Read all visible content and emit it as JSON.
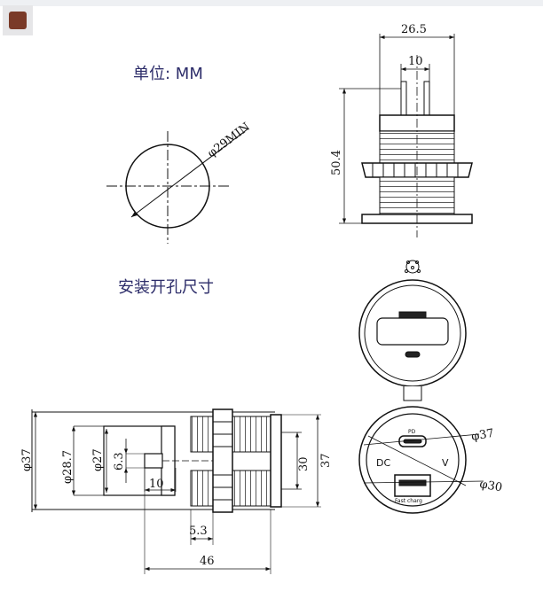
{
  "labels": {
    "unit": "单位: MM",
    "install_hole": "安装开孔尺寸"
  },
  "dimensions": {
    "hole_dia": "φ29MIN",
    "width_top": "26.5",
    "pin_spacing": "10",
    "height": "50.4",
    "dia_37": "φ37",
    "dia_28_7": "φ28.7",
    "dia_27": "φ27",
    "dim_6_3": "6.3",
    "dim_10": "10",
    "dim_5_3": "5.3",
    "dim_46": "46",
    "dim_30": "30",
    "dim_37": "37",
    "front_dia_37": "φ37",
    "front_dia_30": "φ30"
  },
  "front": {
    "dc": "DC",
    "v": "V",
    "pd": "PD",
    "fast": "Fast charg"
  }
}
